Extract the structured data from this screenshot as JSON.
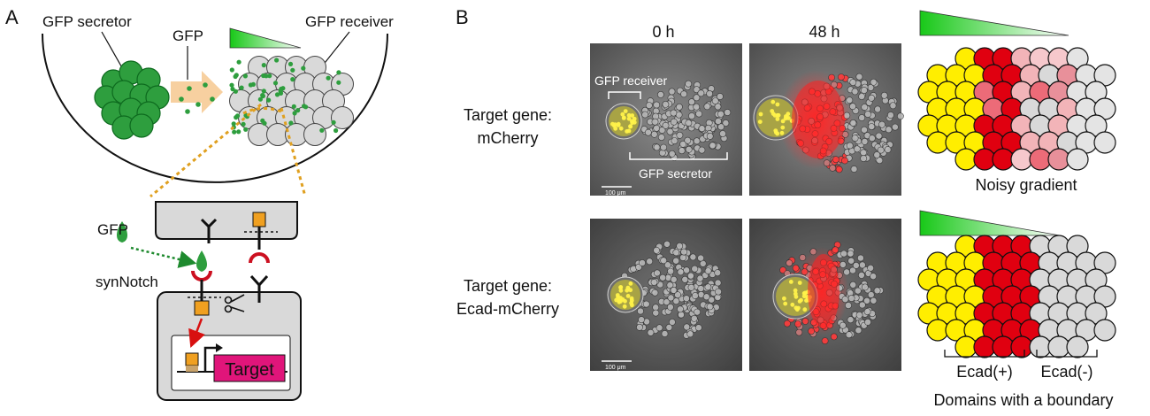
{
  "panel_a": {
    "letter": "A",
    "secretor_label": "GFP secretor",
    "gfp_label": "GFP",
    "receiver_label": "GFP receiver",
    "gfp_ligand_label": "GFP",
    "synnotch_label": "synNotch",
    "target_label": "Target"
  },
  "panel_b": {
    "letter": "B",
    "time_0": "0 h",
    "time_48": "48 h",
    "row1_label_1": "Target gene:",
    "row1_label_2": "mCherry",
    "row2_label_1": "Target gene:",
    "row2_label_2": "Ecad-mCherry",
    "overlay_receiver": "GFP receiver",
    "overlay_secretor": "GFP secretor",
    "scale_bar_1": "100 μm",
    "scale_bar_2": "100 μm",
    "caption_top": "Noisy gradient",
    "ecad_plus": "Ecad(+)",
    "ecad_minus": "Ecad(-)",
    "caption_bottom": "Domains with a boundary"
  },
  "colors": {
    "gfp_green": "#2e9e3e",
    "gfp_dark": "#0d6a1e",
    "receiver_gray": "#d9d9d9",
    "orange": "#f0a020",
    "gold_dash": "#e0a020",
    "red": "#e00010",
    "target_magenta": "#e0157a",
    "yellow": "#ffee00",
    "arrow_peach": "#f7d0a0"
  }
}
